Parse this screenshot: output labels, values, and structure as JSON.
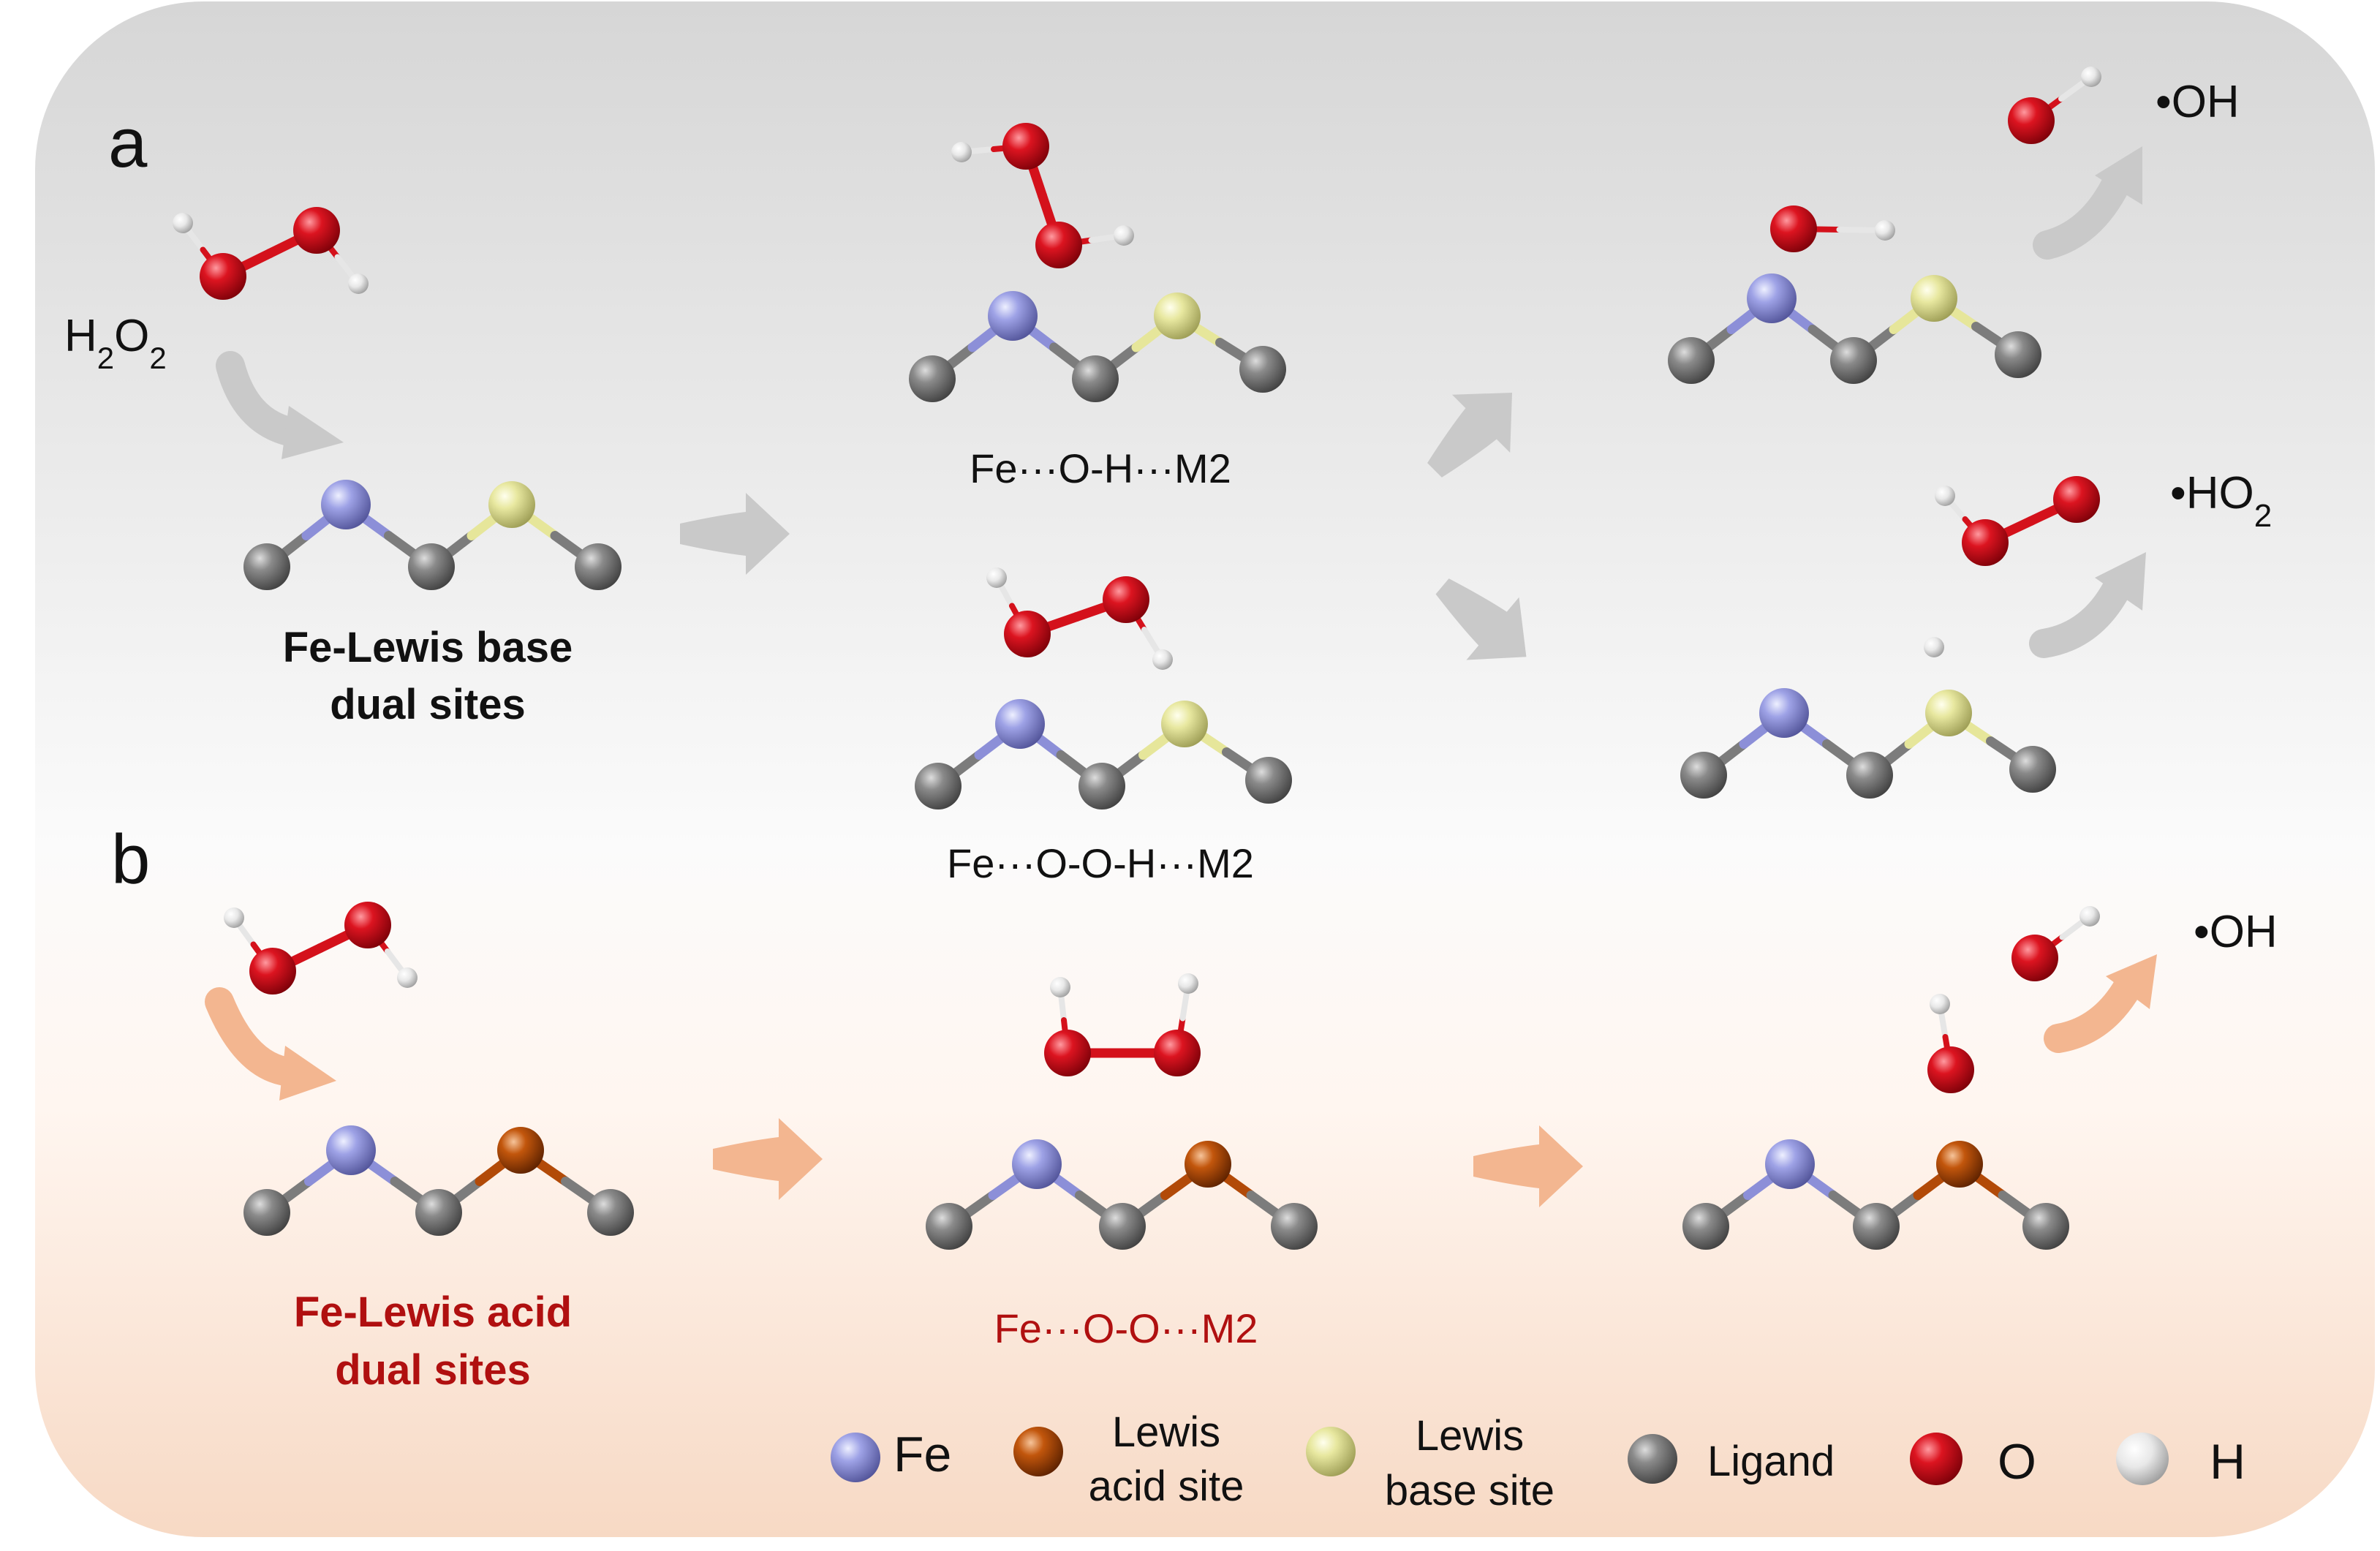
{
  "panels": {
    "a": "a",
    "b": "b"
  },
  "reactant_label": {
    "main": "H",
    "sub1": "2",
    "mid": "O",
    "sub2": "2"
  },
  "catalyst_a": {
    "line1": "Fe-Lewis base",
    "line2": "dual sites"
  },
  "catalyst_b": {
    "line1": "Fe-Lewis acid",
    "line2": "dual sites"
  },
  "intermediates": {
    "a_top": "Fe···O-H···M2",
    "a_bottom": "Fe···O-O-H···M2",
    "b": "Fe···O-O···M2"
  },
  "products": {
    "a_oh": "•OH",
    "a_ho2_main": "•HO",
    "a_ho2_sub": "2",
    "b_oh": "•OH"
  },
  "legend": {
    "fe": "Fe",
    "acid_line1": "Lewis",
    "acid_line2": "acid site",
    "base_line1": "Lewis",
    "base_line2": "base site",
    "ligand": "Ligand",
    "o": "O",
    "h": "H"
  },
  "colors": {
    "fe": "#8c8fd8",
    "lewis_acid": "#b24a08",
    "lewis_base": "#e6e69a",
    "ligand": "#7c7c7c",
    "oxygen": "#d4111b",
    "hydrogen": "#e6e6e6",
    "arrow_a": "#c9c9c9",
    "arrow_b": "#f3b690",
    "accent_red": "#b01010"
  }
}
